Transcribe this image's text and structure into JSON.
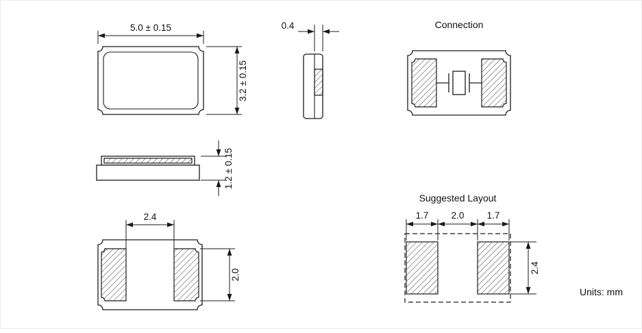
{
  "views": {
    "top": {
      "width": "5.0 ± 0.15",
      "height": "3.2 ± 0.15"
    },
    "end": {
      "lid_width": "0.4"
    },
    "side": {
      "height": "1.2 ± 0.15"
    },
    "bottom": {
      "pad_gap": "2.4",
      "pad_height": "2.0"
    },
    "connection": {
      "title": "Connection"
    },
    "layout": {
      "title": "Suggested Layout",
      "left_pad_width": "1.7",
      "pad_gap": "2.0",
      "right_pad_width": "1.7",
      "pad_height": "2.4"
    }
  },
  "units": "Units: mm"
}
